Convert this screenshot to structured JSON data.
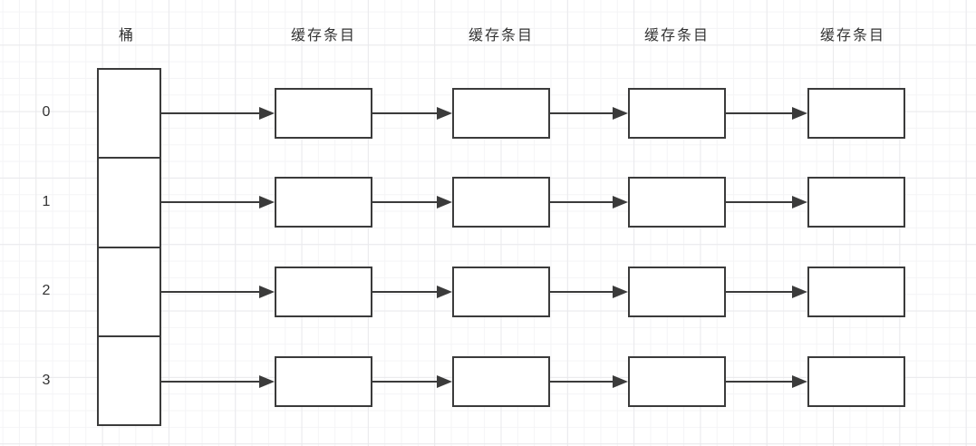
{
  "diagram": {
    "bucket_header": "桶",
    "entry_headers": [
      "缓存条目",
      "缓存条目",
      "缓存条目",
      "缓存条目"
    ],
    "row_labels": [
      "0",
      "1",
      "2",
      "3"
    ],
    "structure": {
      "rows": 4,
      "entries_per_row": 4,
      "bucket_cells": 4
    },
    "colors": {
      "stroke": "#3b3b3b",
      "text": "#333333",
      "background": "#ffffff",
      "grid_minor": "#f4f4f6",
      "grid_major": "#e9e9ec"
    }
  }
}
